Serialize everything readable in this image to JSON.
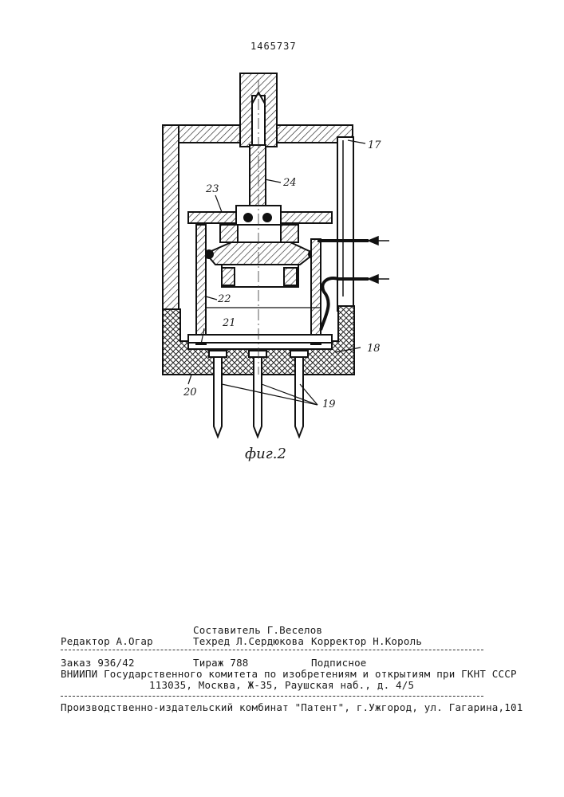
{
  "header": {
    "patent_number": "1465737"
  },
  "figure": {
    "caption": "фиг.2",
    "labels": {
      "l17": "17",
      "l18": "18",
      "l19": "19",
      "l20": "20",
      "l21": "21",
      "l22": "22",
      "l23": "23",
      "l24": "24"
    }
  },
  "footer": {
    "compiler": "Составитель Г.Веселов",
    "editor": "Редактор А.Огар",
    "techred": "Техред Л.Сердюкова",
    "corrector": "Корректор Н.Король",
    "order": "Заказ 936/42",
    "circulation": "Тираж 788",
    "subscription": "Подписное",
    "org_line1": "ВНИИПИ Государственного комитета по изобретениям и открытиям при ГКНТ СССР",
    "org_line2": "113035, Москва, Ж-35, Раушская наб., д. 4/5",
    "publisher": "Производственно-издательский комбинат \"Патент\", г.Ужгород, ул. Гагарина,101"
  }
}
